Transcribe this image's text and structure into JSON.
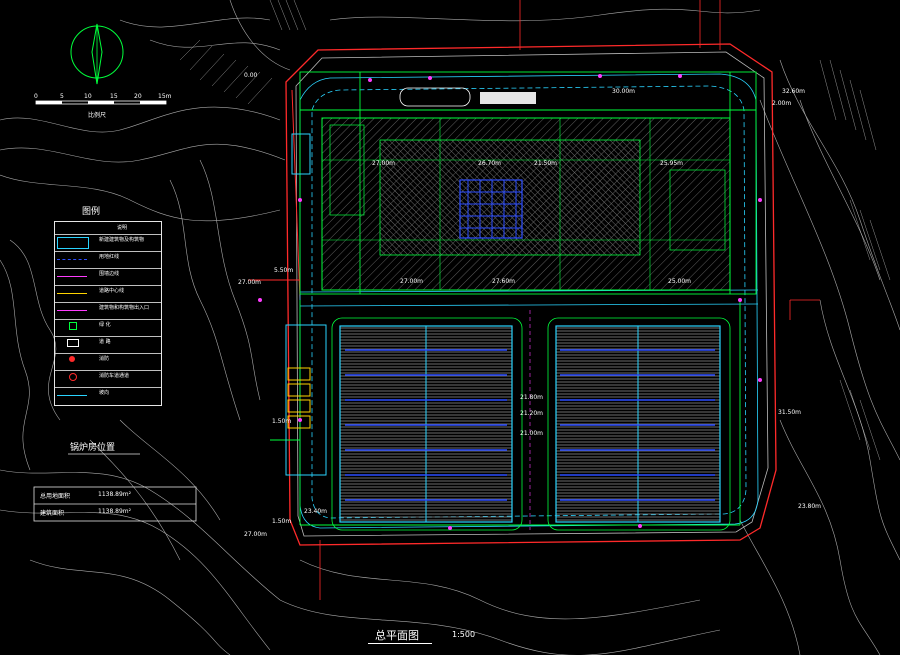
{
  "drawing": {
    "title": "总平面图",
    "scale": "1:500"
  },
  "scale_bar": {
    "ticks": [
      "0",
      "5",
      "10",
      "15",
      "20",
      "15m"
    ],
    "label": "比例尺"
  },
  "legend": {
    "title": "图例",
    "header": "说明",
    "rows": [
      {
        "symbol": "building-symbol",
        "text": "新建建筑物及构筑物"
      },
      {
        "symbol": "road-line-symbol",
        "text": "用地红线"
      },
      {
        "symbol": "water-line-symbol",
        "text": "围墙边线"
      },
      {
        "symbol": "pipe-line-symbol",
        "text": "道路中心线"
      },
      {
        "symbol": "boundary-symbol",
        "text": "建筑物和构筑物出入口"
      },
      {
        "symbol": "tree-symbol",
        "text": "绿  化"
      },
      {
        "symbol": "elevation-symbol",
        "text": "道  路"
      },
      {
        "symbol": "fire-symbol",
        "text": "消防"
      },
      {
        "symbol": "lamp-symbol",
        "text": "消防车道通道"
      },
      {
        "symbol": "arrow-symbol",
        "text": "坡向"
      }
    ]
  },
  "site_info": {
    "heading": "锅炉房位置",
    "rows": [
      {
        "label": "总用地面积",
        "value": "1138.89m²"
      },
      {
        "label": "建筑面积",
        "value": "1138.89m²"
      }
    ]
  },
  "dimensions": [
    {
      "id": "d1",
      "text": "30.00m"
    },
    {
      "id": "d2",
      "text": "27.00m"
    },
    {
      "id": "d3",
      "text": "26.70m"
    },
    {
      "id": "d4",
      "text": "21.50m"
    },
    {
      "id": "d5",
      "text": "25.95m"
    },
    {
      "id": "d6",
      "text": "27.00m"
    },
    {
      "id": "d7",
      "text": "25.00m"
    },
    {
      "id": "d8",
      "text": "27.60m"
    },
    {
      "id": "d9",
      "text": "21.80m"
    },
    {
      "id": "d10",
      "text": "21.20m"
    },
    {
      "id": "d11",
      "text": "21.00m"
    },
    {
      "id": "d12",
      "text": "23.40m"
    },
    {
      "id": "d13",
      "text": "27.00m"
    },
    {
      "id": "d14",
      "text": "31.50m"
    },
    {
      "id": "d15",
      "text": "23.80m"
    },
    {
      "id": "d16",
      "text": "27.00m"
    },
    {
      "id": "d17",
      "text": "5.50m"
    },
    {
      "id": "d18",
      "text": "0.00"
    },
    {
      "id": "d19",
      "text": "1.50m"
    },
    {
      "id": "d20",
      "text": "1.50m"
    },
    {
      "id": "d21",
      "text": "2.00m"
    },
    {
      "id": "d22",
      "text": "32.60m"
    }
  ],
  "colors": {
    "background": "#000000",
    "building": "#00ff3c",
    "road_red": "#ff2a2a",
    "cyan": "#2ad4ff",
    "magenta": "#ff3cff",
    "hatch": "#6b6b6b",
    "blue": "#2c4dff",
    "yellow": "#ffd400",
    "white": "#ffffff"
  }
}
